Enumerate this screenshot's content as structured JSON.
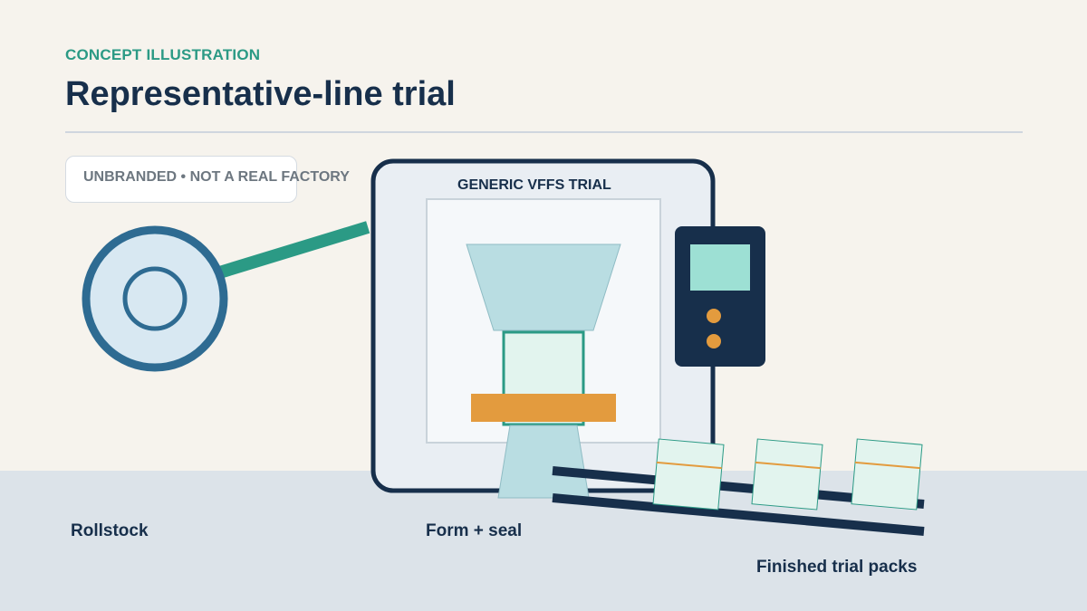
{
  "header": {
    "eyebrow": "CONCEPT ILLUSTRATION",
    "title": "Representative-line trial"
  },
  "badge": {
    "text": "UNBRANDED • NOT A REAL FACTORY"
  },
  "machine": {
    "label": "GENERIC VFFS TRIAL"
  },
  "captions": {
    "rollstock": "Rollstock",
    "form_seal": "Form + seal",
    "packs": "Finished trial packs"
  },
  "colors": {
    "background": "#f6f3ed",
    "floor": "#dce3e9",
    "navy": "#172f4b",
    "teal": "#2b9a85",
    "steel_blue": "#2e6b92",
    "orange": "#e39b3e",
    "mint": "#e2f4ee",
    "light_blue": "#b9dde2",
    "screen": "#9de0d4"
  }
}
